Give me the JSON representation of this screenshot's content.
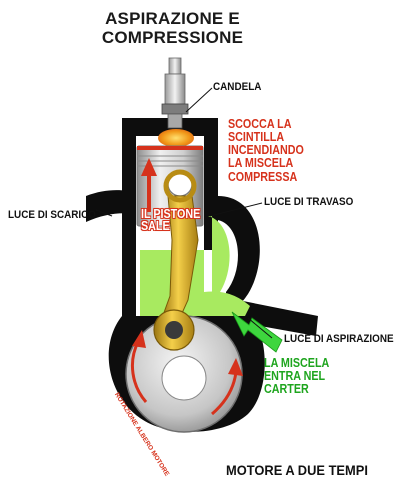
{
  "title": {
    "line1": "ASPIRAZIONE E",
    "line2": "COMPRESSIONE"
  },
  "labels": {
    "candela": "CANDELA",
    "scintilla": [
      "SCOCCA LA",
      "SCINTILLA",
      "INCENDIANDO",
      "LA MISCELA",
      "COMPRESSA"
    ],
    "pistone": [
      "IL PISTONE",
      "SALE"
    ],
    "luce_scarico": "LUCE DI SCARICO",
    "luce_travaso": "LUCE DI TRAVASO",
    "luce_aspirazione": "LUCE DI ASPIRAZIONE",
    "miscela": [
      "LA MISCELA",
      "ENTRA NEL",
      "CARTER"
    ],
    "rotazione": "ROTAZIONE ALBERO MOTORE",
    "footer": "MOTORE A DUE TEMPI"
  },
  "colors": {
    "engine_block": "#0d0d0d",
    "piston": "#c9c9c9",
    "connecting_rod": "#d9a820",
    "fuel_mixture": "#a8ea60",
    "spark": "#f19a1a",
    "highlight_red": "#d6321c",
    "highlight_green": "#1ea51e"
  }
}
